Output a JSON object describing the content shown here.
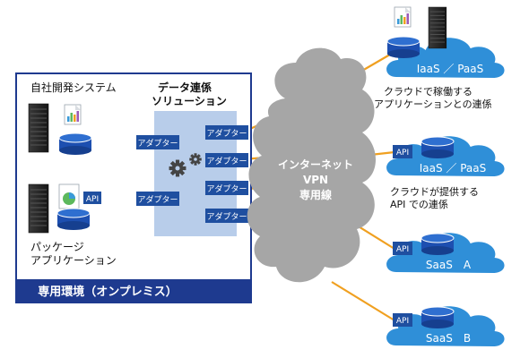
{
  "onprem": {
    "own_system_label": "自社開発システム",
    "package_label_line1": "パッケージ",
    "package_label_line2": "アプリケーション",
    "footer_label": "専用環境（オンプレミス）",
    "api_tag": "API"
  },
  "integration": {
    "title_line1": "データ連係",
    "title_line2": "ソリューション",
    "adapter_label": "アダプター"
  },
  "network": {
    "line1": "インターネット",
    "line2": "VPN",
    "line3": "専用線"
  },
  "clouds": [
    {
      "label": "IaaS ／ PaaS",
      "caption_line1": "クラウドで稼働する",
      "caption_line2": "アプリケーションとの連係",
      "api_tag": ""
    },
    {
      "label": "IaaS ／ PaaS",
      "caption_line1": "クラウドが提供する",
      "caption_line2": "API での連係",
      "api_tag": "API"
    },
    {
      "label": "SaaS　A",
      "caption_line1": "",
      "caption_line2": "",
      "api_tag": "API"
    },
    {
      "label": "SaaS　B",
      "caption_line1": "",
      "caption_line2": "",
      "api_tag": "API"
    }
  ],
  "colors": {
    "navy": "#1e3a8f",
    "panel": "#b8cdea",
    "adapter": "#1f4fa0",
    "cloud": "#2f8fd8",
    "network_cloud": "#a6a6a6",
    "connector": "#f0a020",
    "db": "#1d4fb0"
  }
}
